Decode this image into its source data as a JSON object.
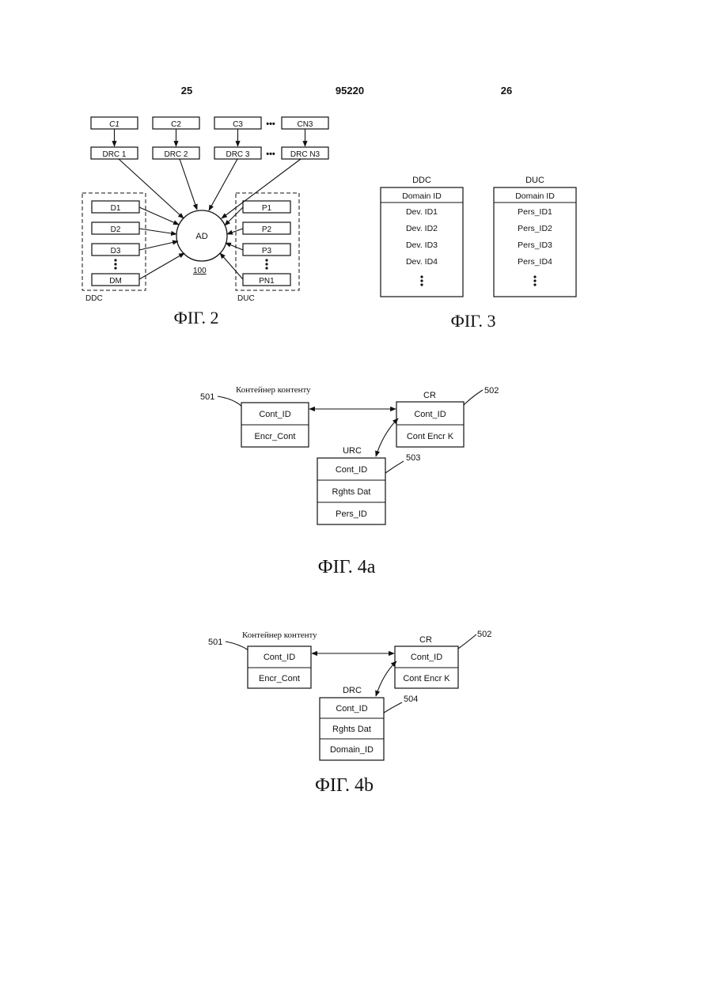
{
  "header": {
    "left_page": "25",
    "patent_no": "95220",
    "right_page": "26"
  },
  "fig2": {
    "caption": "ФІГ. 2",
    "c_boxes": [
      "C1",
      "C2",
      "C3",
      "CN3"
    ],
    "drc_boxes": [
      "DRC 1",
      "DRC 2",
      "DRC 3",
      "DRC N3"
    ],
    "d_boxes": [
      "D1",
      "D2",
      "D3",
      "DM"
    ],
    "p_boxes": [
      "P1",
      "P2",
      "P3",
      "PN1"
    ],
    "center": "AD",
    "center_ref": "100",
    "ddc_label": "DDC",
    "duc_label": "DUC"
  },
  "fig3": {
    "caption": "ФІГ. 3",
    "ddc_title": "DDC",
    "ddc_header": "Domain ID",
    "ddc_rows": [
      "Dev. ID1",
      "Dev. ID2",
      "Dev. ID3",
      "Dev. ID4"
    ],
    "duc_title": "DUC",
    "duc_header": "Domain ID",
    "duc_rows": [
      "Pers_ID1",
      "Pers_ID2",
      "Pers_ID3",
      "Pers_ID4"
    ]
  },
  "fig4a": {
    "caption": "ФІГ. 4a",
    "container_title": "Контейнер контенту",
    "container_ref": "501",
    "container_rows": [
      "Cont_ID",
      "Encr_Cont"
    ],
    "cr_title": "CR",
    "cr_ref": "502",
    "cr_rows": [
      "Cont_ID",
      "Cont Encr K"
    ],
    "urc_title": "URC",
    "urc_ref": "503",
    "urc_rows": [
      "Cont_ID",
      "Rghts Dat",
      "Pers_ID"
    ]
  },
  "fig4b": {
    "caption": "ФІГ. 4b",
    "container_title": "Контейнер контенту",
    "container_ref": "501",
    "container_rows": [
      "Cont_ID",
      "Encr_Cont"
    ],
    "cr_title": "CR",
    "cr_ref": "502",
    "cr_rows": [
      "Cont_ID",
      "Cont Encr K"
    ],
    "drc_title": "DRC",
    "drc_ref": "504",
    "drc_rows": [
      "Cont_ID",
      "Rghts Dat",
      "Domain_ID"
    ]
  }
}
